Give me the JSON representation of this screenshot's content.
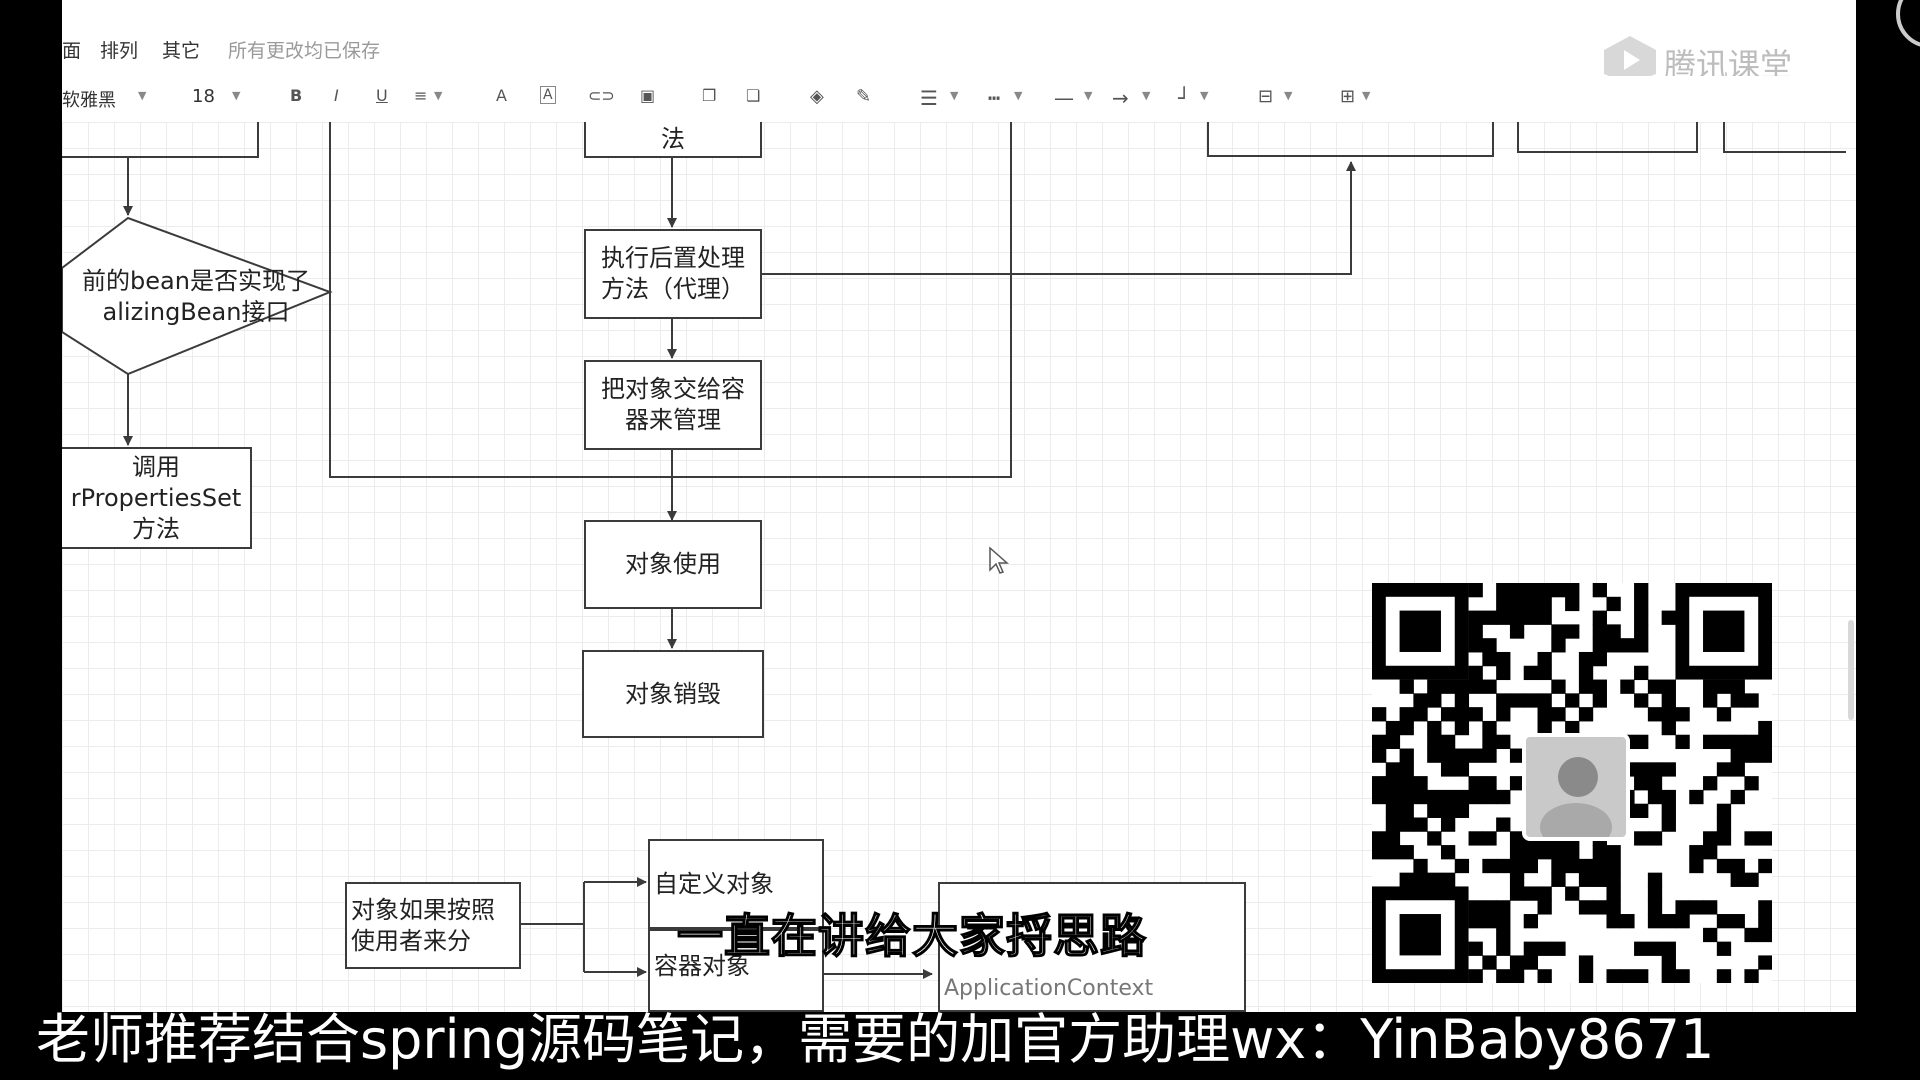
{
  "menu": {
    "items": [
      "面",
      "排列",
      "其它"
    ],
    "status": "所有更改均已保存"
  },
  "toolbar": {
    "font": "软雅黑",
    "size": "18",
    "bold": "B",
    "italic": "I",
    "underline": "U",
    "fontcolor": "A"
  },
  "watermark": {
    "text": "腾讯课堂"
  },
  "diagram": {
    "box_top_fragment": "法",
    "post_process": [
      "执行后置处理",
      "方法（代理）"
    ],
    "hand_to_container": [
      "把对象交给容",
      "器来管理"
    ],
    "object_use": "对象使用",
    "object_destroy": "对象销毁",
    "diamond": [
      "前的bean是否实现了",
      "alizingBean接口"
    ],
    "call_afterprops": [
      "调用",
      "rPropertiesSet",
      "方法"
    ],
    "by_user": [
      "对象如果按照",
      "使用者来分"
    ],
    "custom_object": "自定义对象",
    "container_object": "容器对象",
    "right_box_fragment": "ApplicationContext"
  },
  "subtitles": {
    "overlay": "一直在讲给大家捋思路",
    "bottom": "老师推荐结合spring源码笔记，需要的加官方助理wx：YinBaby8671"
  },
  "colors": {
    "line": "#3b3b3b",
    "grid": "#ececec",
    "subtitle": "#ffffff"
  }
}
